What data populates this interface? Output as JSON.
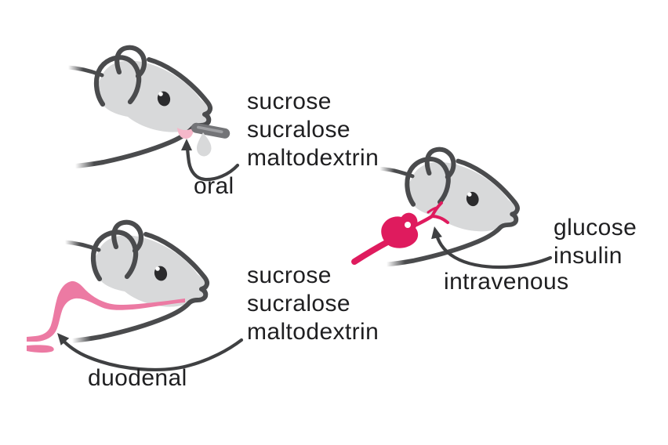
{
  "figure": {
    "background": "#ffffff",
    "panels": [
      {
        "id": "oral",
        "route_label": "oral",
        "substances": [
          "sucrose",
          "sucralose",
          "maltodextrin"
        ],
        "mouse_feature": "gavage-pipette-with-droplet-at-mouth"
      },
      {
        "id": "duodenal",
        "route_label": "duodenal",
        "substances": [
          "sucrose",
          "sucralose",
          "maltodextrin"
        ],
        "mouse_feature": "pink-esophagus-stomach-duodenum"
      },
      {
        "id": "intravenous",
        "route_label": "intravenous",
        "substances": [
          "glucose",
          "insulin"
        ],
        "mouse_feature": "magenta-jugular-catheter-port"
      }
    ],
    "colors": {
      "ink_outline": "#4a4b4d",
      "arrow": "#3f4042",
      "text": "#1f1f21",
      "fur_shading": "#d8d9da",
      "eye": "#2b2b2d",
      "tongue_pink": "#f5b8ca",
      "pipette_gray": "#737477",
      "pipette_highlight": "#9fa0a3",
      "droplet_gray": "#d8d9da",
      "duodenal_pink": "#ec7aa3",
      "iv_magenta": "#df1b5e"
    }
  }
}
